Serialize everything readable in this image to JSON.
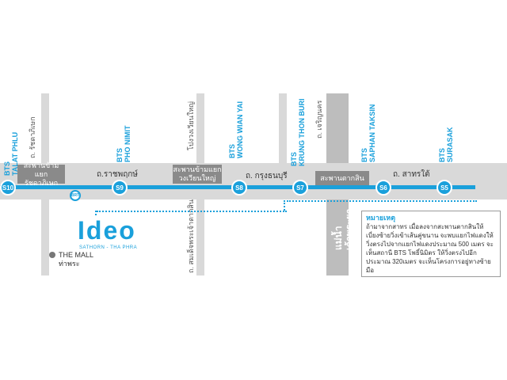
{
  "stations": [
    {
      "code": "S10",
      "name_line1": "BTS",
      "name_line2": "TALAT PHLU"
    },
    {
      "code": "S9",
      "name_line1": "BTS",
      "name_line2": "PHO NIMIT"
    },
    {
      "code": "S8",
      "name_line1": "BTS",
      "name_line2": "WONG WIAN YAI"
    },
    {
      "code": "S7",
      "name_line1": "BTS",
      "name_line2": "KRUNG THON BURI"
    },
    {
      "code": "S6",
      "name_line1": "BTS",
      "name_line2": "SAPHAN TAKSIN"
    },
    {
      "code": "S5",
      "name_line1": "BTS",
      "name_line2": "SURASAK"
    }
  ],
  "bridges": {
    "b1_line1": "สะพานข้ามแยก",
    "b1_line2": "รัชดาภิเษก",
    "b2_line1": "สะพานข้ามแยก",
    "b2_line2": "วงเวียนใหญ่",
    "b3": "สะพานตากสิน"
  },
  "roads": {
    "ratchada": "ถ. รัชดาภิเษก",
    "ratchaphruek": "ถ.ราชพฤกษ์",
    "pongwian": "โปงวงเวียนใหญ่",
    "krungthon": "ถ. กรุงธนบุรี",
    "charoennakorn": "ถ. เจริญนคร",
    "sathorntai": "ถ. สาทรใต้",
    "somdet": "ถ. สมเด็จพระเจ้าตากสิน"
  },
  "river_label_line1": "แม่น้ำ",
  "river_label_line2": "เจ้าพระยา",
  "brt_label": "BRT",
  "logo": {
    "brand": "Ideo",
    "sub": "SATHORN - THA PHRA"
  },
  "landmark": {
    "line1": "THE MALL",
    "line2": "ท่าพระ"
  },
  "note": {
    "title": "หมายเหตุ",
    "body": "ถ้ามาจากสาทร เมื่อลงจากสะพานตากสินให้เบี่ยงซ้ายวิ่งเข้าเส้นคู่ขนาน จะพบแยกไฟแดงให้วิ่งตรงไปจากแยกไฟแดงประมาณ 500 เมตร จะเห็นสถานี BTS โพธิ์นิมิตร ให้วิ่งตรงไปอีกประมาณ 320เมตร จะเห็นโครงการอยู่ทางซ้ายมือ"
  },
  "colors": {
    "bts": "#1aa0db",
    "road": "#d9d9d9",
    "river": "#bdbdbd",
    "bridge": "#8a8a8a"
  }
}
